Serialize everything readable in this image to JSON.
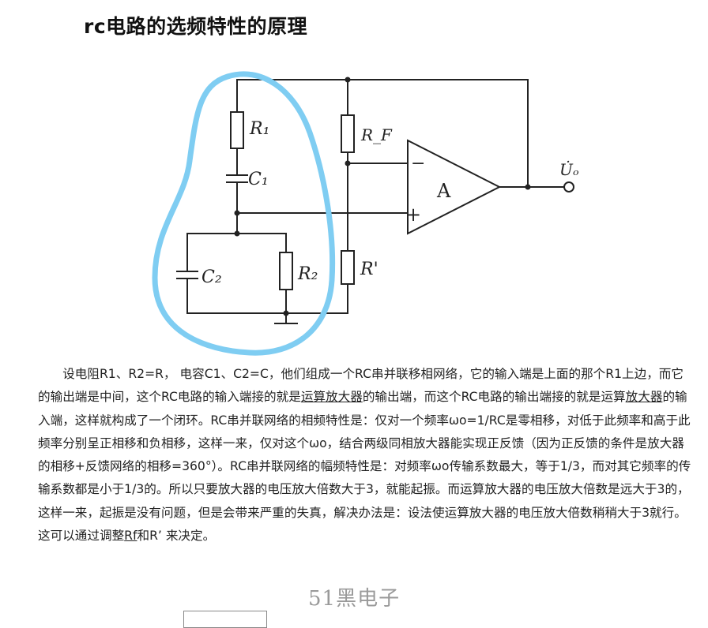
{
  "title": "rc电路的选频特性的原理",
  "circuit": {
    "labels": {
      "r1": "R₁",
      "c1": "C₁",
      "c2": "C₂",
      "r2": "R₂",
      "rf": "R_F",
      "rprime": "R'",
      "amp": "A",
      "minus": "−",
      "plus": "+",
      "output": "U̇ₒ"
    },
    "highlight_color": "#7fcdf2"
  },
  "paragraph": {
    "s1": "设电阻R1、R2=R， 电容C1、C2=C，他们组成一个RC串并联移相网络，它的输入端是上面的那个R1上边，而它的输出端是中间，这个RC电路的输入端接的就是",
    "link1": "运算放大器",
    "s2": "的输出端，而这个RC电路的输出端接的就是运算",
    "link2": "放大器",
    "s3": "的输入端，这样就构成了一个闭环。RC串并联网络的相频特性是：仅对一个频率ωo=1/RC是零相移，对低于此频率和高于此频率分别呈正相移和负相移，这样一来，仅对这个ωo，结合两级同相放大器能实现正反馈（因为正反馈的条件是放大器的相移+反馈网络的相移=360°）。RC串并联网络的幅频特性是：对频率ωo传输系数最大，等于1/3，而对其它频率的传输系数都是小于1/3的。所以只要放大器的电压放大倍数大于3，就能起振。而运算放大器的电压放大倍数是远大于3的，这样一来，起振是没有问题，但是会带来严重的失真，解决办法是：设法使运算放大器的电压放大倍数稍稍大于3就行。这可以通过调整",
    "link3": "Rf",
    "s4": "和R’ 来决定。"
  },
  "watermark": "51黑电子"
}
